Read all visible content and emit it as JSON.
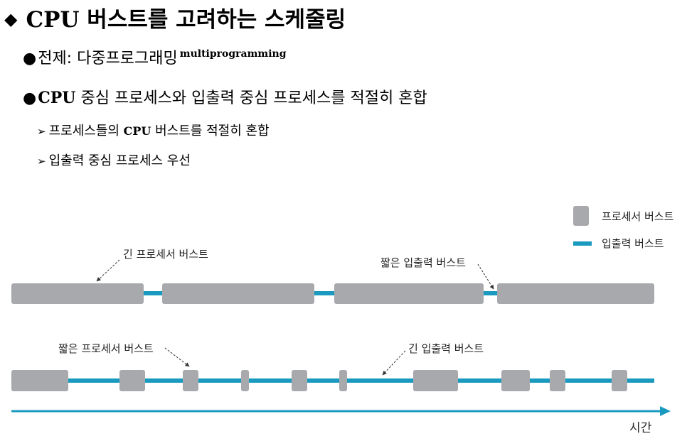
{
  "title": {
    "bullet": "◆",
    "cpu": "CPU",
    "rest": "버스트를 고려하는 스케줄링"
  },
  "bullet1": {
    "dot": "●",
    "text": "전제: 다중프로그래밍",
    "sup": "multiprogramming"
  },
  "bullet2": {
    "dot": "●",
    "cpu": "CPU",
    "rest": "중심 프로세스와 입출력 중심 프로세스를 적절히 혼합"
  },
  "sub1": {
    "arrow": "➢",
    "pre": "프로세스들의",
    "cpu": "CPU",
    "post": "버스트를 적절히 혼합"
  },
  "sub2": {
    "arrow": "➢",
    "text": "입출력 중심 프로세스 우선"
  },
  "legend": {
    "process_burst": "프로세서 버스트",
    "io_burst": "입출력 버스트"
  },
  "annotations": {
    "long_process": "긴 프로세서 버스트",
    "short_io": "짧은 입출력 버스트",
    "short_process": "짧은 프로세서 버스트",
    "long_io": "긴 입출력 버스트"
  },
  "time_label": "시간",
  "colors": {
    "process": "#a7a9ac",
    "io": "#1b9ac0",
    "arrow": "#1b9ac0"
  }
}
